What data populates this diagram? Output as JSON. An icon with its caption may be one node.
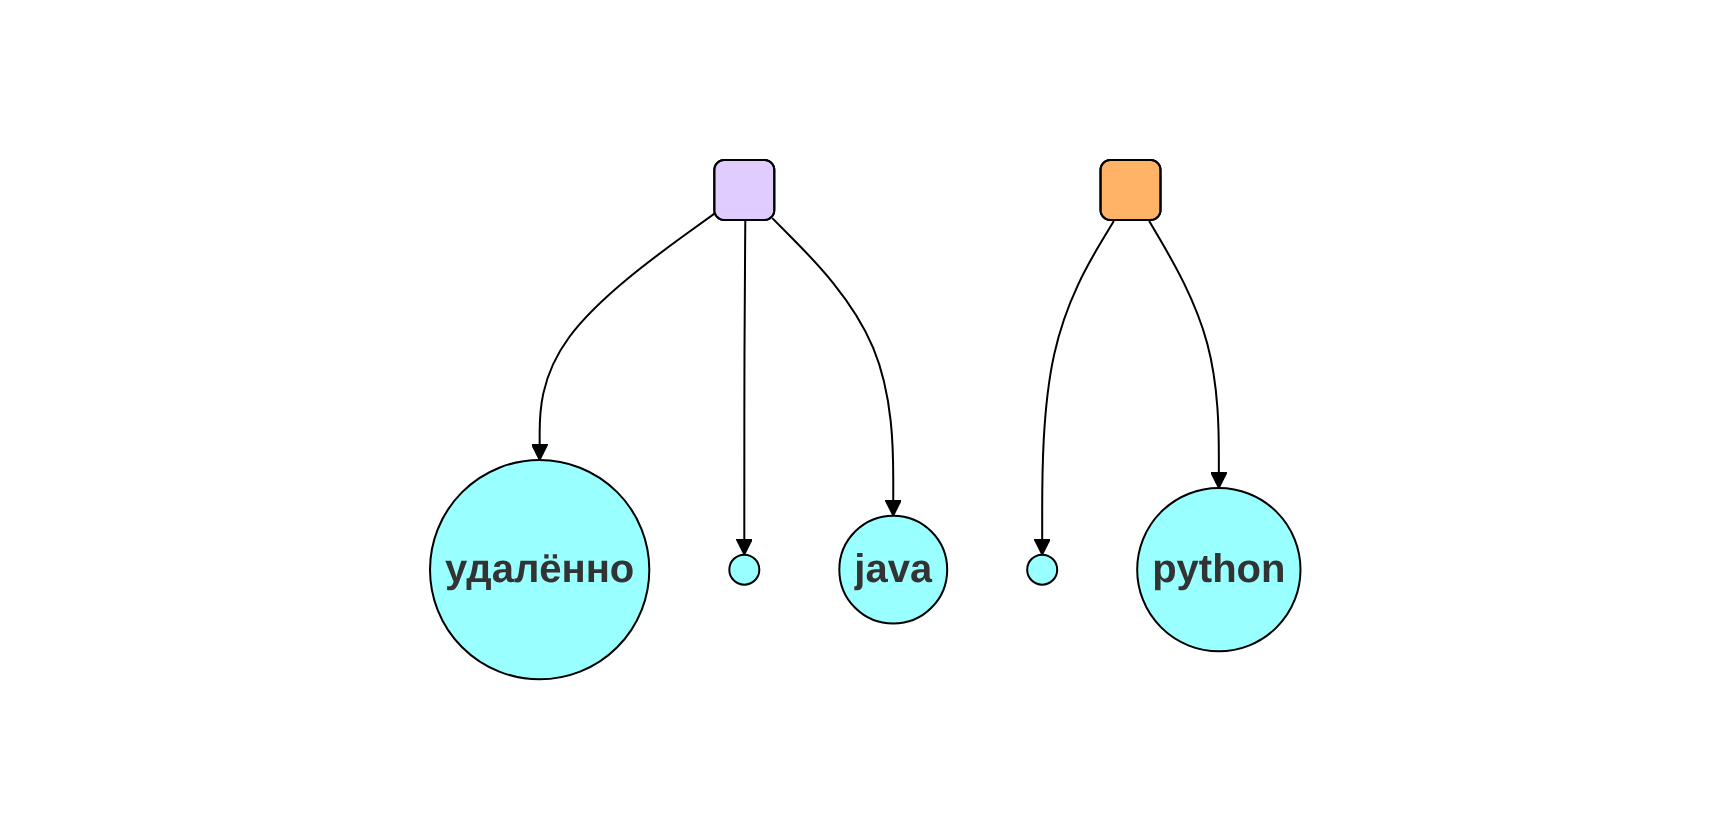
{
  "diagram": {
    "nodes": [
      {
        "text": [],
        "shape": "person"
      },
      {
        "text": [],
        "shape": "person"
      },
      {
        "text": [
          "удалённо"
        ]
      },
      {
        "text": [],
        "shape": "circle"
      },
      {
        "text": [
          "java"
        ]
      },
      {
        "text": [],
        "shape": "circle"
      },
      {
        "text": [
          "python"
        ]
      }
    ],
    "edges": [
      {
        "from": 0,
        "to": 2,
        "arrow": "to"
      },
      {
        "from": 0,
        "to": 3,
        "arrow": "to"
      },
      {
        "from": 0,
        "to": 4,
        "arrow": "to"
      },
      {
        "from": 1,
        "to": 5,
        "arrow": "to"
      },
      {
        "from": 1,
        "to": 6,
        "arrow": "to"
      }
    ]
  }
}
